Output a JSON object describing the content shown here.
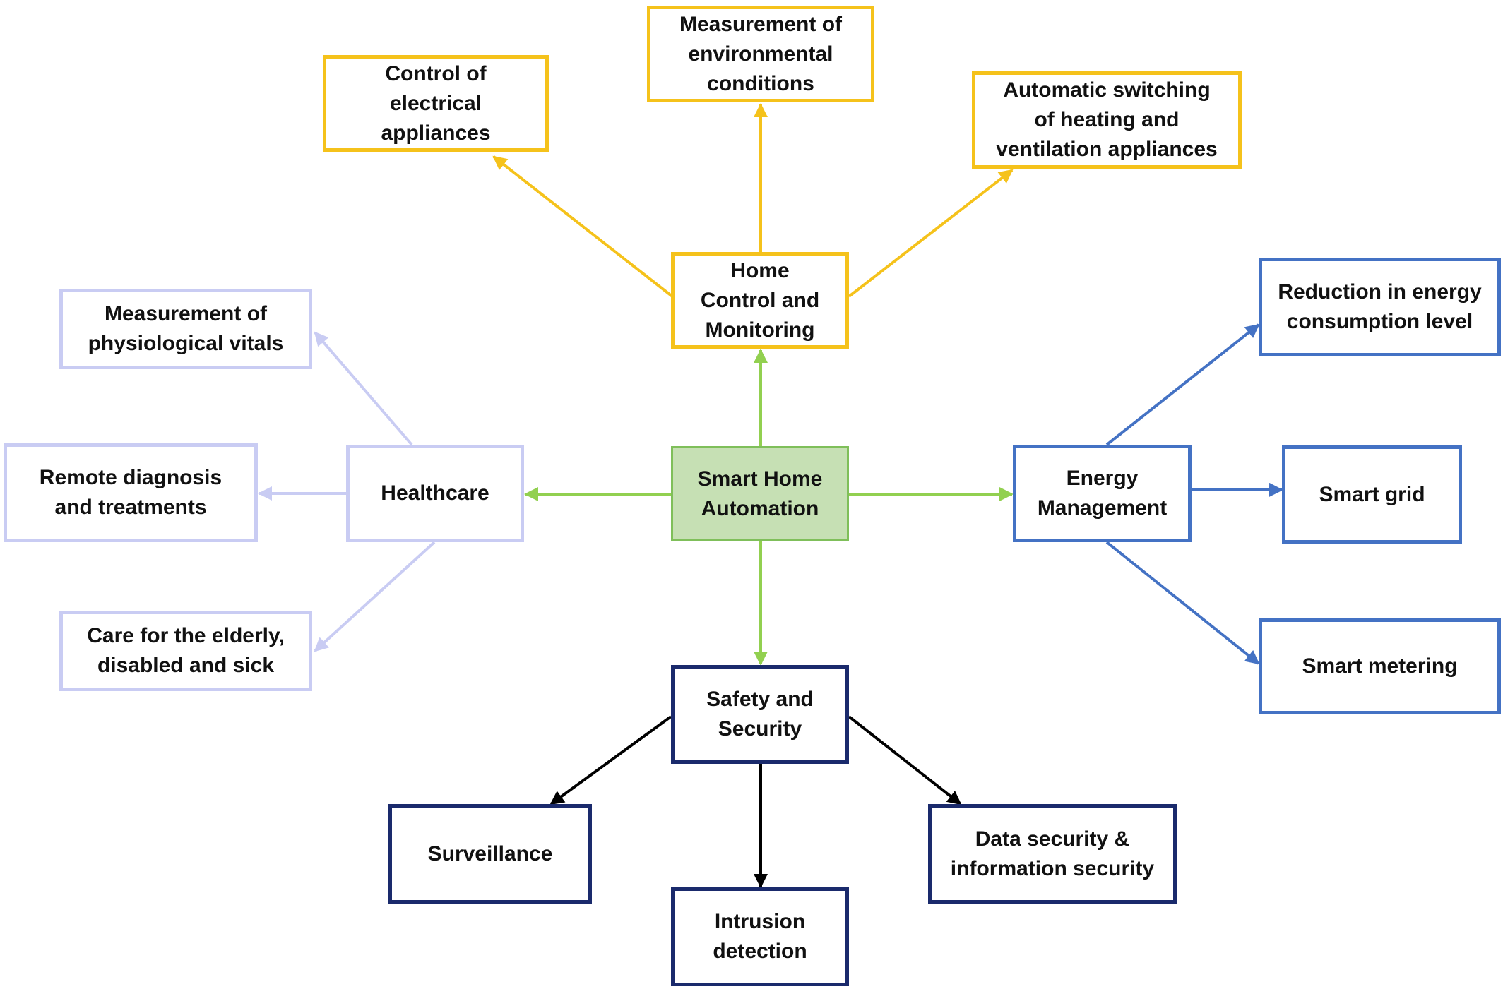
{
  "diagram": {
    "center": {
      "label": "Smart Home\nAutomation",
      "color": "#C6E0B4",
      "border": "#7FBF5A"
    },
    "categories": [
      {
        "id": "home-control",
        "label": "Home\nControl and\nMonitoring",
        "color": "#F5C21B",
        "children": [
          "Control of\nelectrical\nappliances",
          "Measurement of\nenvironmental\nconditions",
          "Automatic switching\nof heating and\nventilation appliances"
        ]
      },
      {
        "id": "healthcare",
        "label": "Healthcare",
        "color": "#C9CCF3",
        "children": [
          "Measurement of\nphysiological vitals",
          "Remote diagnosis\nand treatments",
          "Care for the elderly,\ndisabled and sick"
        ]
      },
      {
        "id": "energy",
        "label": "Energy\nManagement",
        "color": "#4472C4",
        "children": [
          "Reduction in energy\nconsumption level",
          "Smart grid",
          "Smart metering"
        ]
      },
      {
        "id": "safety",
        "label": "Safety and\nSecurity",
        "color": "#1A2A6C",
        "children": [
          "Surveillance",
          "Intrusion\ndetection",
          "Data security &\ninformation security"
        ]
      }
    ],
    "edge_colors": {
      "center": "#92D050",
      "home-control": "#F5C21B",
      "healthcare": "#C9CCF3",
      "energy": "#4472C4",
      "safety": "#000000"
    }
  }
}
